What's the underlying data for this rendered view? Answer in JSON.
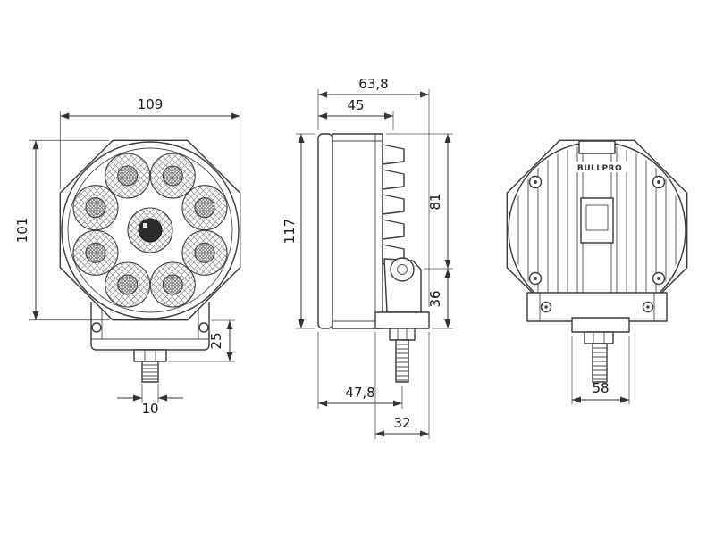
{
  "colors": {
    "line": "#3a3a3a",
    "background": "#ffffff"
  },
  "brand": "BULLPRO",
  "views": {
    "front": {
      "dims": {
        "width": "109",
        "height": "101",
        "bracket_drop": "25",
        "bolt_width": "10"
      }
    },
    "side": {
      "dims": {
        "depth_overall": "63,8",
        "depth_body": "45",
        "height": "117",
        "upper_height": "81",
        "bracket_height": "36",
        "base_overall": "47,8",
        "base_width": "32"
      }
    },
    "rear": {
      "dims": {
        "bracket_width": "58"
      }
    }
  }
}
